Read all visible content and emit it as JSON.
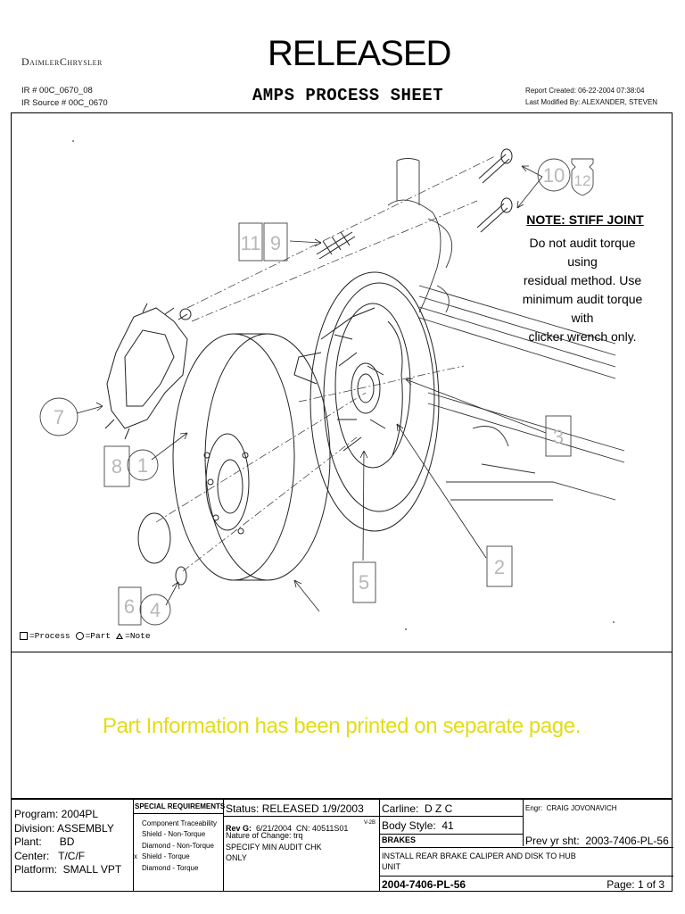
{
  "header": {
    "company": "DaimlerChrysler",
    "ir_number": "IR # 00C_0670_08",
    "ir_source": "IR Source # 00C_0670",
    "status_title": "RELEASED",
    "sheet_title": "AMPS PROCESS SHEET",
    "report_created": "Report Created:  06-22-2004  07:38:04",
    "last_modified": "Last Modified By:  ALEXANDER, STEVEN"
  },
  "diagram": {
    "callouts": {
      "c1": "1",
      "c2": "2",
      "c3": "3",
      "c4": "4",
      "c5": "5",
      "c6": "6",
      "c7": "7",
      "c8": "8",
      "c9": "9",
      "c10": "10",
      "c11": "11",
      "c12": "12"
    },
    "note_title": "NOTE: STIFF JOINT",
    "note_lines": [
      "Do not audit torque using",
      "residual method. Use",
      "minimum audit torque with",
      "clicker wrench only."
    ]
  },
  "legend": {
    "process": "=Process",
    "part": "=Part",
    "note": "=Note"
  },
  "part_info_message": "Part Information has been printed on separate page.",
  "footer": {
    "program": "Program: 2004PL",
    "division": "Division:  ASSEMBLY",
    "plant": "Plant:      BD",
    "center": "Center:   T/C/F",
    "platform": "Platform:  SMALL VPT",
    "special_req_title": "SPECIAL REQUIREMENTS",
    "special_req": [
      {
        "mark": "",
        "label": "Component Traceability"
      },
      {
        "mark": "",
        "label": "Shield - Non-Torque"
      },
      {
        "mark": "",
        "label": "Diamond - Non-Torque"
      },
      {
        "mark": "x",
        "label": "Shield - Torque"
      },
      {
        "mark": "",
        "label": "Diamond - Torque"
      }
    ],
    "status": "Status: RELEASED  1/9/2003",
    "rev_label": "Rev G:",
    "rev_value": "  6/21/2004  CN: 40511S01",
    "rev_code": "V-2B",
    "nature_change": "Nature of Change: trq",
    "change_desc_1": "SPECIFY MIN AUDIT CHK",
    "change_desc_2": "ONLY",
    "carline": "Carline:  D Z C",
    "body_style": "Body Style:  41",
    "system": "BRAKES",
    "operation_1": "INSTALL REAR BRAKE CALIPER AND DISK TO HUB",
    "operation_2": "UNIT",
    "sheet_number": "2004-7406-PL-56",
    "engineer": "Engr:  CRAIG JOVONAVICH",
    "prev_sheet": "Prev yr sht:  2003-7406-PL-56",
    "page": "Page: 1 of 3"
  }
}
